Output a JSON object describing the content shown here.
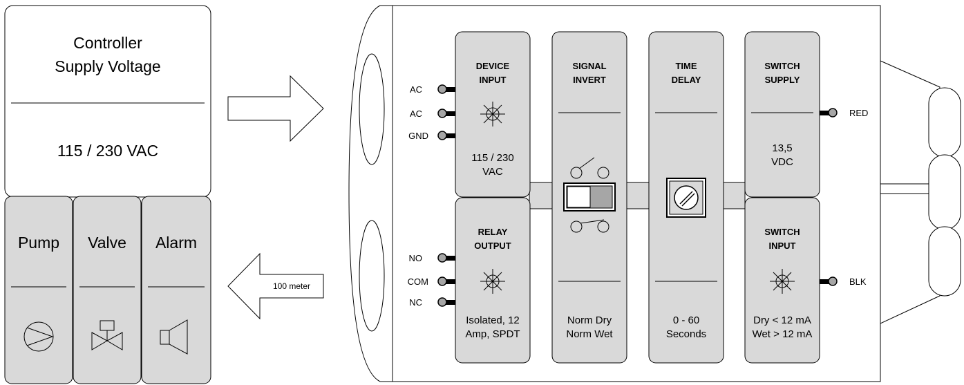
{
  "supply_box": {
    "title_line1": "Controller",
    "title_line2": "Supply Voltage",
    "value": "115 / 230 VAC"
  },
  "outputs": [
    {
      "label": "Pump",
      "icon": "pump-icon"
    },
    {
      "label": "Valve",
      "icon": "valve-icon"
    },
    {
      "label": "Alarm",
      "icon": "horn-icon"
    }
  ],
  "distance_label": "100 meter",
  "terminals_left_top": [
    "AC",
    "AC",
    "GND"
  ],
  "terminals_left_bottom": [
    "NO",
    "COM",
    "NC"
  ],
  "terminals_right": {
    "top": "RED",
    "bottom": "BLK"
  },
  "modules": {
    "device_input": {
      "title1": "DEVICE",
      "title2": "INPUT",
      "value1": "115 / 230",
      "value2": "VAC"
    },
    "relay_output": {
      "title1": "RELAY",
      "title2": "OUTPUT",
      "value1": "Isolated, 12",
      "value2": "Amp, SPDT"
    },
    "signal_invert": {
      "title1": "SIGNAL",
      "title2": "INVERT",
      "value1": "Norm Dry",
      "value2": "Norm Wet"
    },
    "time_delay": {
      "title1": "TIME",
      "title2": "DELAY",
      "value1": "0 - 60",
      "value2": "Seconds"
    },
    "switch_supply": {
      "title1": "SWITCH",
      "title2": "SUPPLY",
      "value1": "13,5",
      "value2": "VDC"
    },
    "switch_input": {
      "title1": "SWITCH",
      "title2": "INPUT",
      "value1": "Dry < 12 mA",
      "value2": "Wet > 12 mA"
    }
  },
  "colors": {
    "panel_fill": "#d9d9d9",
    "toggle_fill": "#a6a6a6",
    "stroke": "#000000"
  }
}
